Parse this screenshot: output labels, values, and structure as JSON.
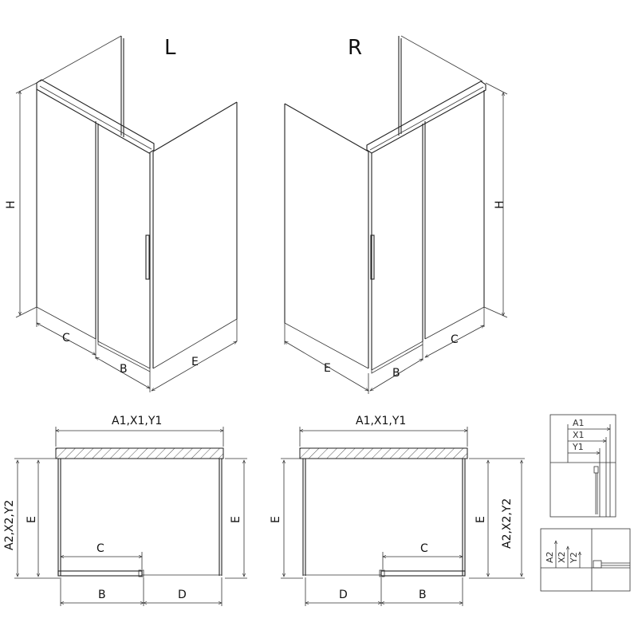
{
  "views": {
    "left_label": "L",
    "right_label": "R"
  },
  "labels": {
    "height": "H",
    "c": "C",
    "b": "B",
    "e": "E",
    "d": "D",
    "width_top": "A1,X1,Y1",
    "depth_side": "A2,X2,Y2"
  },
  "detail_top": {
    "a1": "A1",
    "x1": "X1",
    "y1": "Y1"
  },
  "detail_bottom": {
    "a2": "A2",
    "x2": "X2",
    "y2": "Y2"
  }
}
